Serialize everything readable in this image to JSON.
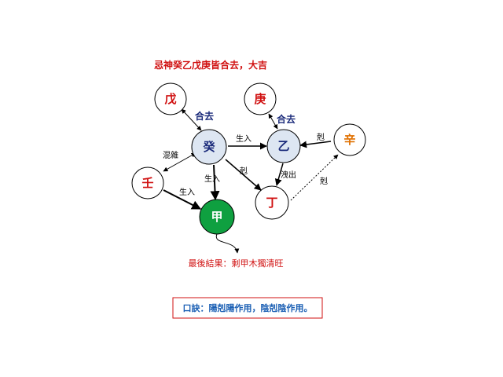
{
  "title": "忌神癸乙戊庚皆合去，大吉",
  "nodes": {
    "wu": {
      "label": "戊",
      "color": "#d01010",
      "fill": "#ffffff"
    },
    "geng": {
      "label": "庚",
      "color": "#d01010",
      "fill": "#ffffff"
    },
    "gui": {
      "label": "癸",
      "color": "#1a2a7a",
      "fill": "#dde6f2"
    },
    "yi": {
      "label": "乙",
      "color": "#1a2a7a",
      "fill": "#dde6f2"
    },
    "xin": {
      "label": "辛",
      "color": "#e07000",
      "fill": "#ffffff"
    },
    "ren": {
      "label": "壬",
      "color": "#d01010",
      "fill": "#ffffff"
    },
    "jia": {
      "label": "甲",
      "color": "#ffffff",
      "fill": "#0fa040"
    },
    "ding": {
      "label": "丁",
      "color": "#d01010",
      "fill": "#ffffff"
    }
  },
  "edge_labels": {
    "he_qu_left": "合去",
    "he_qu_right": "合去",
    "hun_zhu": "混雜",
    "sheng_ru_gui_yi": "生入",
    "sheng_ru_gui_jia": "生入",
    "sheng_ru_ren_jia": "生入",
    "ke_gui_ding": "剋",
    "ke_xin_yi": "剋",
    "ke_ding_xin": "剋",
    "xie_chu": "洩出"
  },
  "result": "最後結果：剩甲木獨清旺",
  "tip": "口訣：陽剋陽作用，陰剋陰作用。",
  "colors": {
    "title": "#d01010",
    "result": "#d01010",
    "tip": "#1a5fb4",
    "tip_border": "#d01010",
    "edge": "#000000"
  }
}
